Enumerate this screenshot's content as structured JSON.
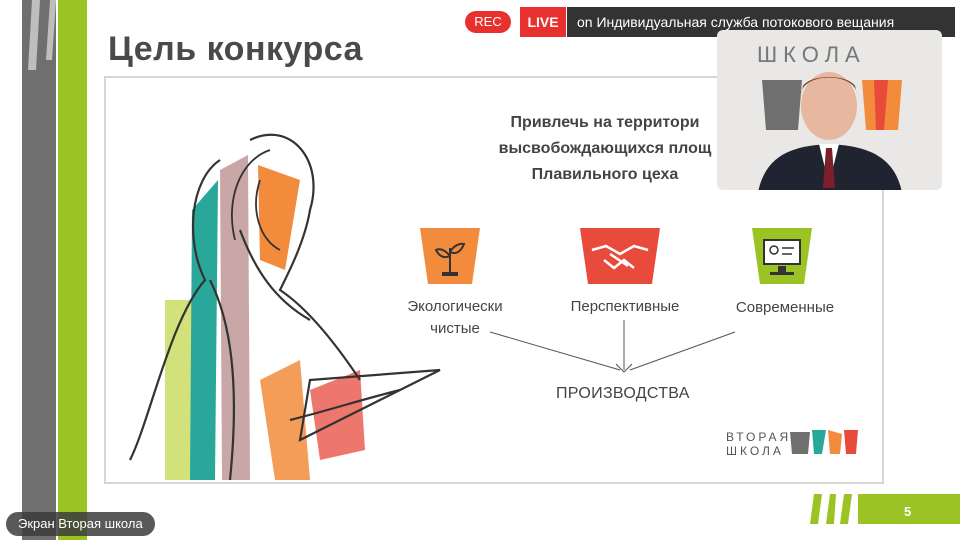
{
  "slide": {
    "title": "Цель конкурса",
    "headline": [
      "Привлечь на территори",
      "высвобождающихся площ",
      "Плавильного цеха"
    ],
    "categories": [
      {
        "label_lines": [
          "Экологически",
          "чистые"
        ],
        "icon": "sprout-icon",
        "color": "#f28c3c"
      },
      {
        "label_lines": [
          "Перспективные"
        ],
        "icon": "handshake-icon",
        "color": "#e84a3c"
      },
      {
        "label_lines": [
          "Современные"
        ],
        "icon": "computer-icon",
        "color": "#9ac323"
      }
    ],
    "result": "ПРОИЗВОДСТВА",
    "logo_lines": [
      "ВТОРАЯ",
      "ШКОЛА"
    ],
    "page_number": "5",
    "colors": {
      "green": "#9ac323",
      "grey": "#6f6f6f",
      "teal": "#2aa79b",
      "orange": "#f28c3c",
      "red": "#e84a3c",
      "mauve": "#c9a7a7"
    }
  },
  "stream": {
    "rec_label": "REC",
    "live_label": "LIVE",
    "title": "on Индивидуальная служба потокового вещания",
    "video_logo": "ШКОЛА"
  },
  "screen_label": "Экран Вторая школа"
}
